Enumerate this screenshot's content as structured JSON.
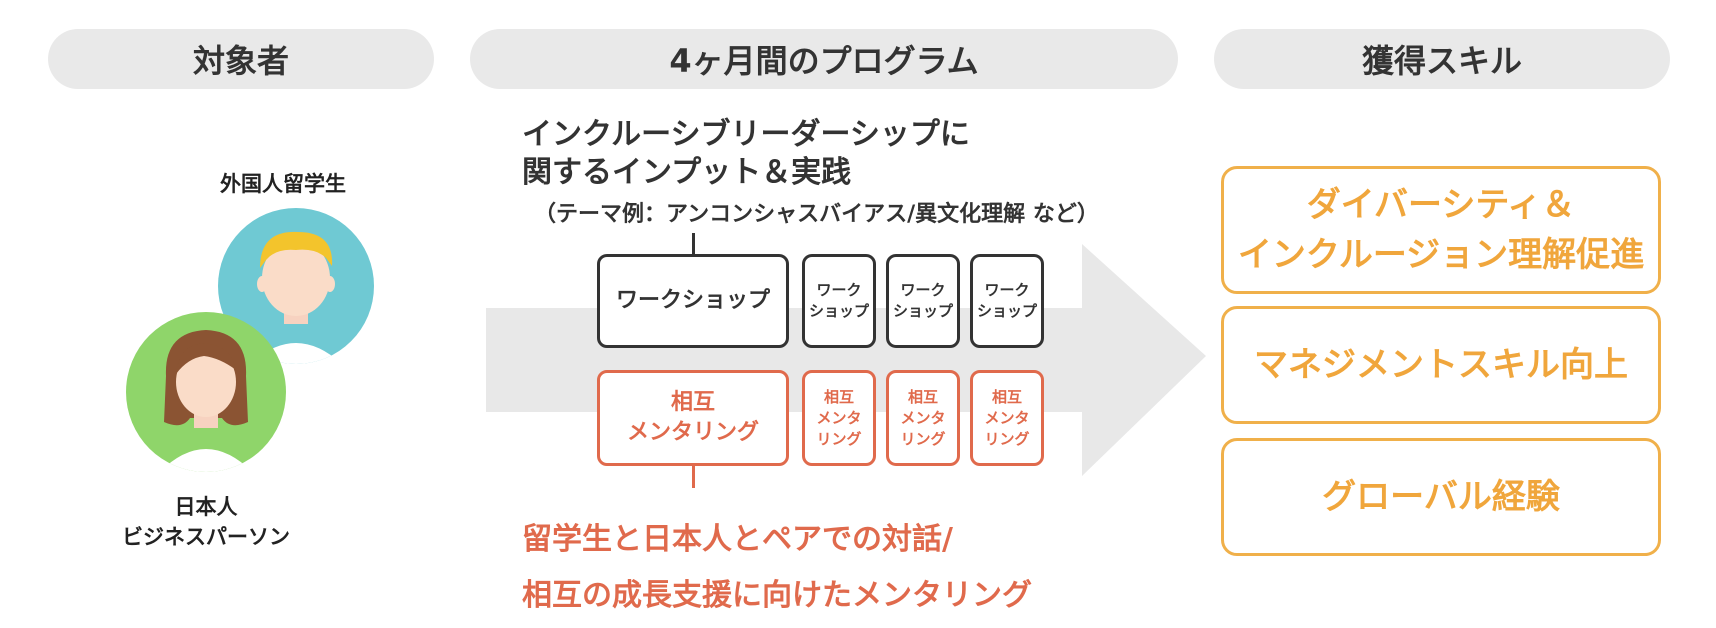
{
  "headers": {
    "target": "対象者",
    "program": "4ヶ月間のプログラム",
    "skills": "獲得スキル"
  },
  "people": {
    "foreign_label": "外国人留学生",
    "japanese_label_line1": "日本人",
    "japanese_label_line2": "ビジネスパーソン"
  },
  "program": {
    "input_title_line1": "インクルーシブリーダーシップに",
    "input_title_line2": "関するインプット＆実践",
    "input_example": "（テーマ例：アンコンシャスバイアス/異文化理解 など）",
    "workshop_main": "ワークショップ",
    "workshop_small_line1": "ワーク",
    "workshop_small_line2": "ショップ",
    "mentoring_main_line1": "相互",
    "mentoring_main_line2": "メンタリング",
    "mentoring_small_line1": "相互",
    "mentoring_small_line2": "メンタ",
    "mentoring_small_line3": "リング",
    "dialog_line1": "留学生と日本人とペアでの対話/",
    "dialog_line2": "相互の成長支援に向けたメンタリング"
  },
  "skills": {
    "skill1_line1": "ダイバーシティ＆",
    "skill1_line2": "インクルージョン理解促進",
    "skill2": "マネジメントスキル向上",
    "skill3": "グローバル経験"
  },
  "colors": {
    "pill_bg": "#e9e9e9",
    "arrow": "#e8e8e8",
    "dark": "#333333",
    "red": "#e06a4c",
    "orange": "#f0a63c",
    "teal": "#6fc9d3",
    "green": "#8fd56a"
  }
}
